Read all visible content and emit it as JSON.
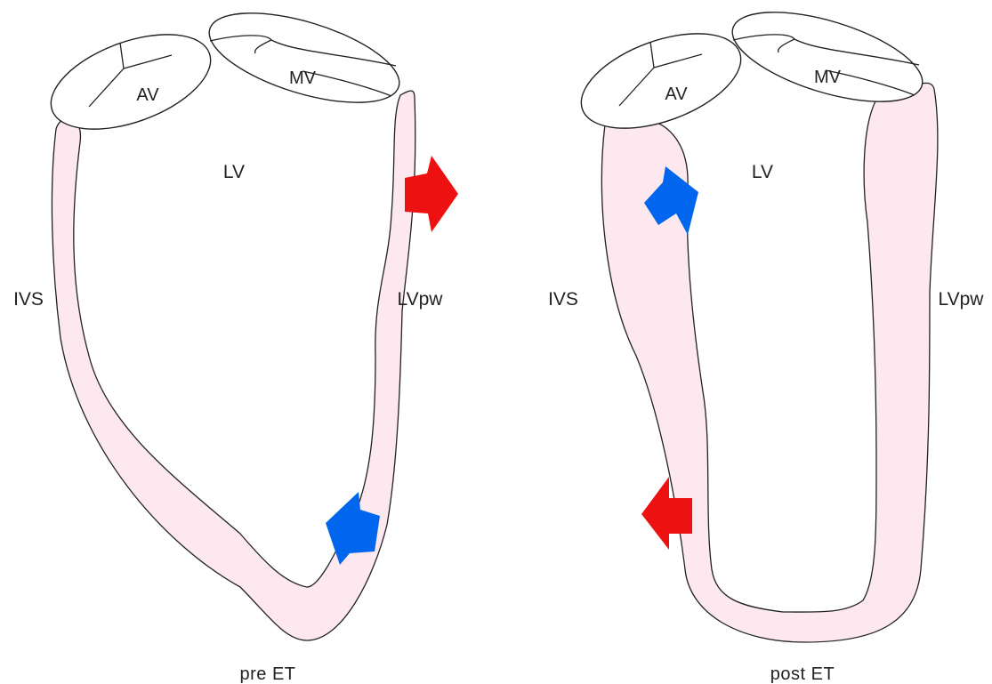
{
  "colors": {
    "wall_fill": "#fce8ee",
    "outline": "#222222",
    "outward_arrow": "#ee1111",
    "inward_arrow": "#0066ee",
    "background": "#ffffff"
  },
  "panels": [
    {
      "caption": "pre ET",
      "labels": {
        "aortic_valve": "AV",
        "mitral_valve": "MV",
        "ventricle": "LV",
        "septum": "IVS",
        "posterior_wall": "LVpw"
      },
      "arrows": [
        {
          "color": "red",
          "direction": "outward",
          "wall": "LVpw",
          "level": "basal",
          "icon": "arrow-right"
        },
        {
          "color": "blue",
          "direction": "inward",
          "wall": "LVpw",
          "level": "apical",
          "icon": "arrow-up-left"
        }
      ]
    },
    {
      "caption": "post ET",
      "labels": {
        "aortic_valve": "AV",
        "mitral_valve": "MV",
        "ventricle": "LV",
        "septum": "IVS",
        "posterior_wall": "LVpw"
      },
      "arrows": [
        {
          "color": "blue",
          "direction": "inward",
          "wall": "IVS",
          "level": "basal",
          "icon": "arrow-down-right"
        },
        {
          "color": "red",
          "direction": "outward",
          "wall": "IVS",
          "level": "apical",
          "icon": "arrow-left"
        }
      ]
    }
  ]
}
